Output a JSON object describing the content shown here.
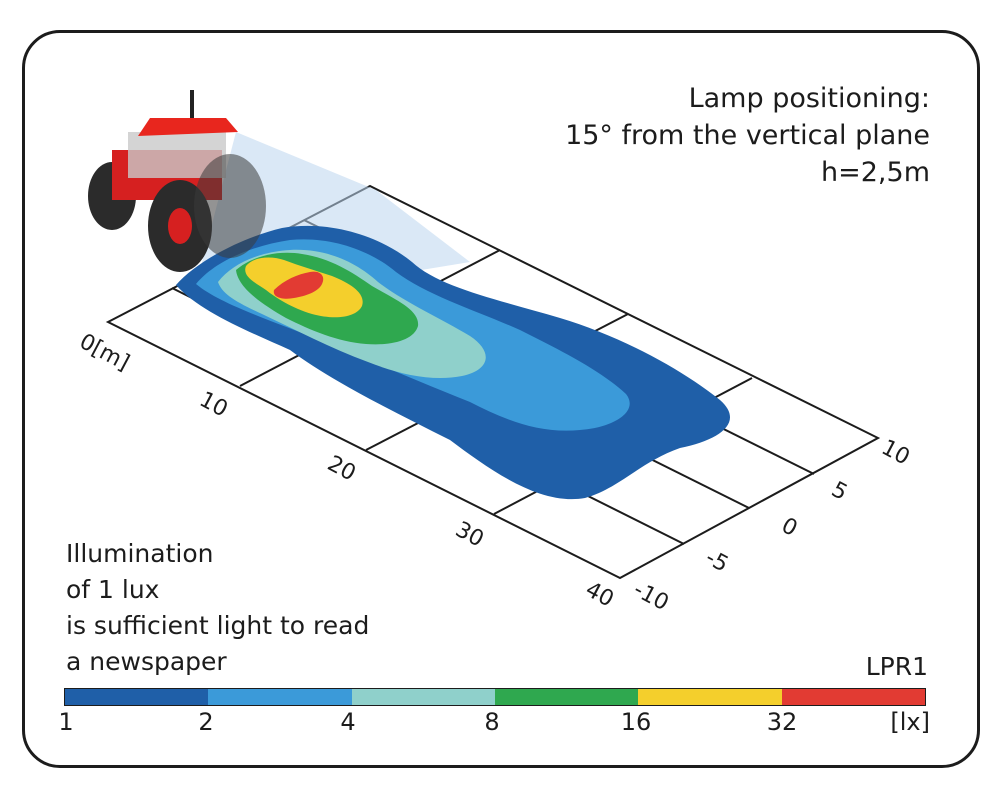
{
  "caption": {
    "line1": "Lamp positioning:",
    "line2": "15° from the vertical plane",
    "line3": "h=2,5m"
  },
  "note": {
    "line1": "Illumination",
    "line2": "of 1 lux",
    "line3": "is sufficient light to read",
    "line4": "a newspaper"
  },
  "model": "LPR1",
  "distance_axis": [
    "0[m]",
    "10",
    "20",
    "30",
    "40"
  ],
  "lateral_axis": [
    "10",
    "5",
    "0",
    "-5",
    "-10"
  ],
  "legend": {
    "ticks": [
      "1",
      "2",
      "4",
      "8",
      "16",
      "32"
    ],
    "unit": "[lx]",
    "colors": [
      "#1f5fa8",
      "#3b9ad9",
      "#8fd0cb",
      "#2fa84f",
      "#f4cf2c",
      "#e23b33"
    ]
  }
}
